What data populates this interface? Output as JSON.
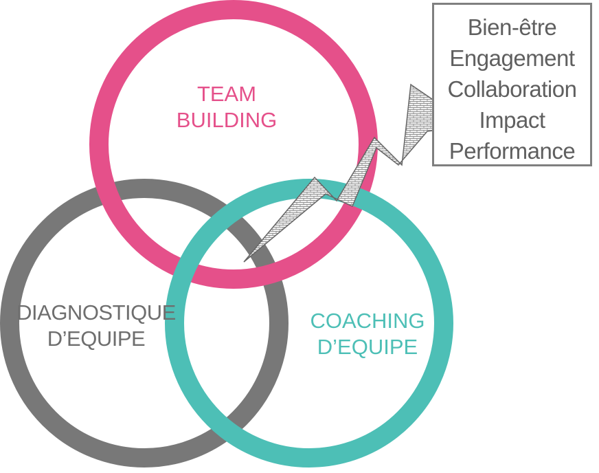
{
  "colors": {
    "team_building": "#e5508a",
    "diagnostic": "#787878",
    "coaching": "#4dbfb6",
    "outcome_text": "#5f5f5f",
    "outcome_border": "#7f7f7f",
    "bolt_fill": "#f2f2f2",
    "bolt_stroke": "#666666"
  },
  "circles": {
    "team_building": {
      "line1": "TEAM",
      "line2": "BUILDING"
    },
    "diagnostic": {
      "line1": "DIAGNOSTIQUE",
      "line2": "D’EQUIPE"
    },
    "coaching": {
      "line1": "COACHING",
      "line2": "D’EQUIPE"
    }
  },
  "outcomes": [
    "Bien-être",
    "Engagement",
    "Collaboration",
    "Impact",
    "Performance"
  ],
  "icons": {
    "bolt": "lightning-bolt-icon"
  }
}
